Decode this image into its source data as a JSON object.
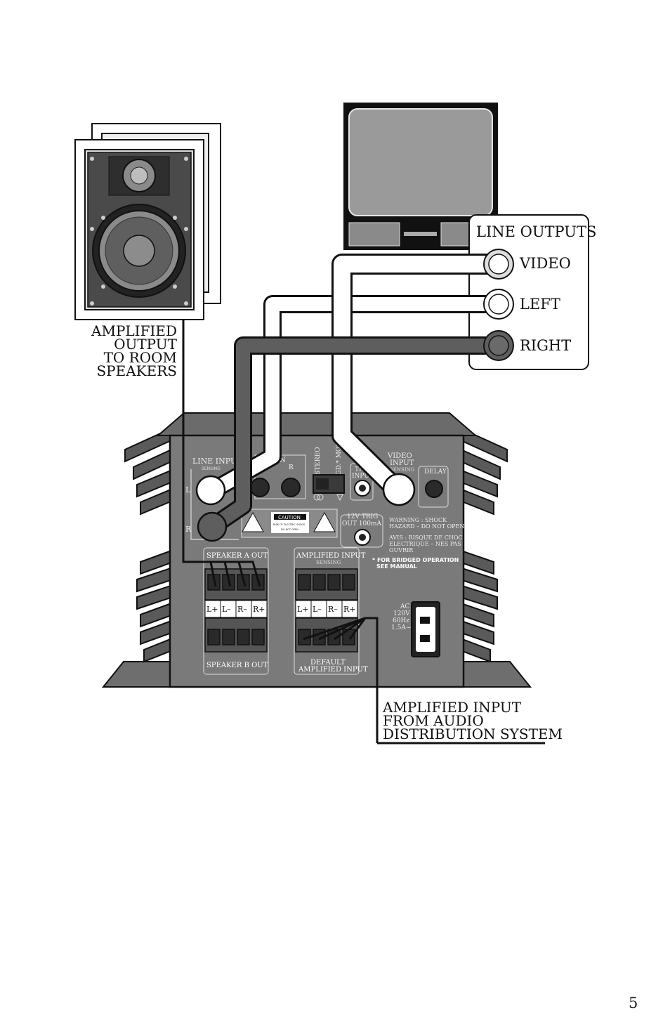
{
  "line_outputs": {
    "title": "LINE OUTPUTS",
    "video": "VIDEO",
    "left": "LEFT",
    "right": "RIGHT"
  },
  "labels": {
    "amp_out": [
      "AMPLIFIED",
      "OUTPUT",
      "TO ROOM",
      "SPEAKERS"
    ],
    "amp_in": [
      "AMPLIFIED INPUT",
      "FROM AUDIO",
      "DISTRIBUTION SYSTEM"
    ]
  },
  "panel": {
    "line_input": "LINE INPUT",
    "sensing": "SENSING",
    "jack_l": "L",
    "jack_r": "R",
    "gain": "GAIN",
    "gain_l": "L",
    "gain_r": "R",
    "stereo": "STEREO",
    "brgd_mono": "BRGD.* MONO",
    "trig_input": [
      "TRIG",
      "INPUT"
    ],
    "video_input": [
      "VIDEO",
      "INPUT",
      "SENSING"
    ],
    "delay": "DELAY",
    "caution": "CAUTION",
    "caution_sub": [
      "RISK OF ELECTRIC SHOCK",
      "DO NOT OPEN"
    ],
    "trig_out": [
      "12V TRIG",
      "OUT 100mA"
    ],
    "warning": [
      "WARNING : SHOCK",
      "HAZARD – DO NOT OPEN"
    ],
    "avis": [
      "AVIS : RISQUE DE CHOC",
      "ELECTRIQUE – NES PAS",
      "OUVRIR"
    ],
    "bridged_note": [
      "* FOR BRIDGED OPERATION",
      "SEE MANUAL"
    ],
    "speaker_a_out": "SPEAKER A OUT",
    "speaker_b_out": "SPEAKER B OUT",
    "amplified_input": "AMPLIFIED INPUT",
    "amplified_input_sensing": "SENSING",
    "default_amp_input": [
      "DEFAULT",
      "AMPLIFIED INPUT"
    ],
    "terminals": [
      "L+",
      "L–",
      "R–",
      "R+"
    ],
    "ac": [
      "AC",
      "120V",
      "60Hz",
      "1.5A~"
    ]
  },
  "page_number": "5",
  "colors": {
    "panel": "#6e6e6e",
    "panel_dark": "#3f3f3f",
    "cable_right": "#5e5e5e",
    "cable_white": "#ffffff",
    "outline": "#111111"
  }
}
